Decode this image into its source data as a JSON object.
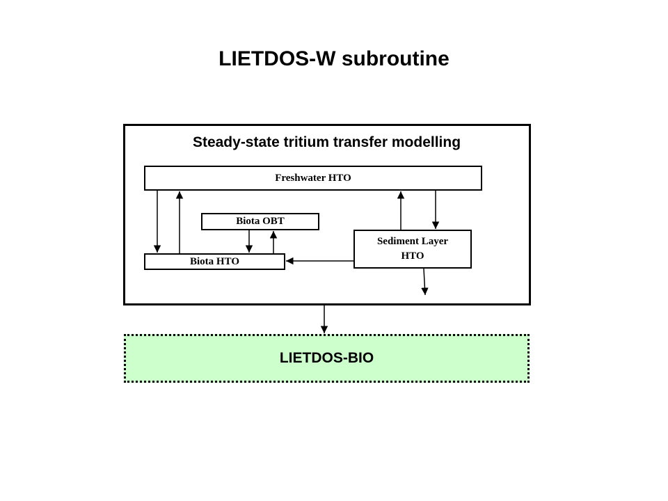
{
  "title": "LIETDOS-W subroutine",
  "modelling": {
    "title": "Steady-state tritium transfer modelling",
    "nodes": {
      "freshwater": "Freshwater HTO",
      "biota_obt": "Biota OBT",
      "biota_hto": "Biota HTO",
      "sediment_line1": "Sediment Layer",
      "sediment_line2": "HTO"
    }
  },
  "bio_module": "LIETDOS-BIO",
  "edges": [
    {
      "from": "Freshwater HTO",
      "to": "Biota HTO"
    },
    {
      "from": "Biota HTO",
      "to": "Freshwater HTO"
    },
    {
      "from": "Biota OBT",
      "to": "Biota HTO"
    },
    {
      "from": "Biota HTO",
      "to": "Biota OBT"
    },
    {
      "from": "Sediment Layer HTO",
      "to": "Freshwater HTO"
    },
    {
      "from": "Freshwater HTO",
      "to": "Sediment Layer HTO"
    },
    {
      "from": "Sediment Layer HTO",
      "to": "Biota HTO"
    },
    {
      "from": "Sediment Layer HTO",
      "to": "outflow"
    },
    {
      "from": "Steady-state tritium transfer modelling",
      "to": "LIETDOS-BIO"
    }
  ]
}
